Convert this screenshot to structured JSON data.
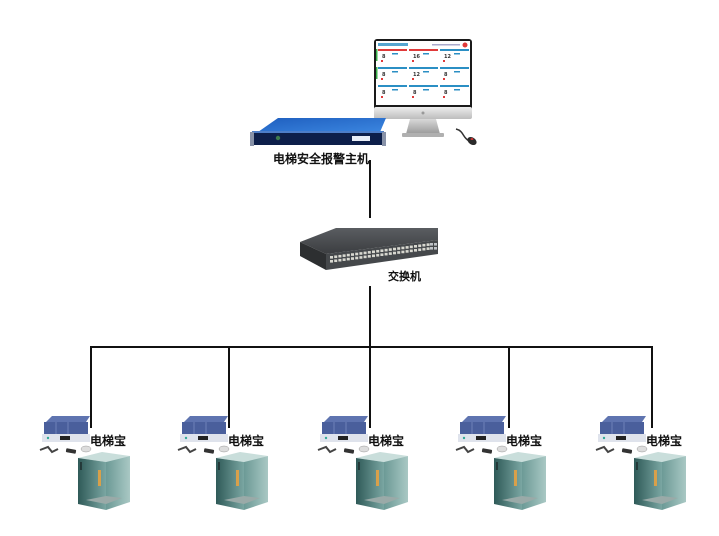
{
  "diagram": {
    "host": {
      "label": "电梯安全报警主机",
      "icon": "server-rack-icon",
      "monitor_icon": "desktop-monitor-icon",
      "monitor_screen": {
        "header_color": "#2b8fc4",
        "alarm_color": "#e03a3a",
        "ok_color": "#3ab04a",
        "tiles": [
          {
            "value": "8",
            "alert": true
          },
          {
            "value": "16",
            "alert": true
          },
          {
            "value": "12",
            "alert": false
          },
          {
            "value": "8",
            "alert": false
          },
          {
            "value": "12",
            "alert": false
          },
          {
            "value": "8",
            "alert": false
          },
          {
            "value": "8",
            "alert": false
          },
          {
            "value": "8",
            "alert": false
          },
          {
            "value": "8",
            "alert": false
          }
        ]
      }
    },
    "switch": {
      "label": "交换机",
      "icon": "network-switch-icon"
    },
    "endpoints": [
      {
        "label": "电梯宝",
        "device_icon": "elevator-box-device-icon",
        "elevator_icon": "elevator-car-icon"
      },
      {
        "label": "电梯宝",
        "device_icon": "elevator-box-device-icon",
        "elevator_icon": "elevator-car-icon"
      },
      {
        "label": "电梯宝",
        "device_icon": "elevator-box-device-icon",
        "elevator_icon": "elevator-car-icon"
      },
      {
        "label": "电梯宝",
        "device_icon": "elevator-box-device-icon",
        "elevator_icon": "elevator-car-icon"
      },
      {
        "label": "电梯宝",
        "device_icon": "elevator-box-device-icon",
        "elevator_icon": "elevator-car-icon"
      }
    ],
    "colors": {
      "line": "#111111",
      "server_blue": "#2f6fc9",
      "device_blue": "#4a5f9c",
      "elevator_teal": "#5f8e8a",
      "switch_gray": "#4a4d50"
    }
  }
}
